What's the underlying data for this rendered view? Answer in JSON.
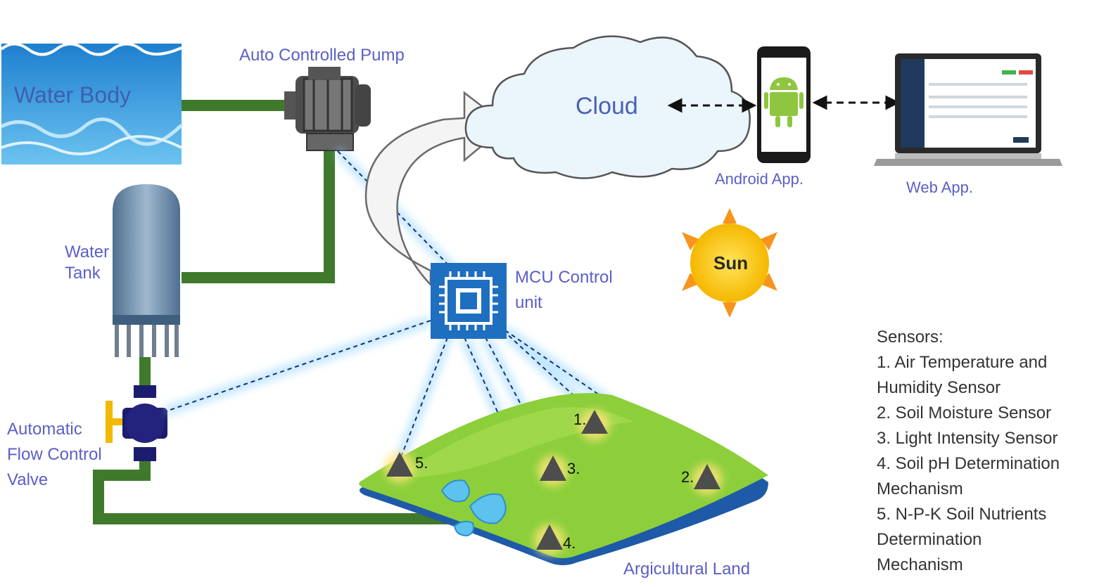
{
  "labels": {
    "water_body": "Water Body",
    "pump": "Auto Controlled Pump",
    "cloud": "Cloud",
    "android": "Android App.",
    "web": "Web App.",
    "water_tank_line1": "Water",
    "water_tank_line2": "Tank",
    "mcu_line1": "MCU Control",
    "mcu_line2": "unit",
    "sun": "Sun",
    "valve_line1": "Automatic",
    "valve_line2": "Flow Control",
    "valve_line3": "Valve",
    "land": "Argicultural Land"
  },
  "sensors": {
    "heading": "Sensors:",
    "items": [
      "1. Air Temperature and",
      "Humidity Sensor",
      "2. Soil Moisture Sensor",
      "3. Light Intensity Sensor",
      "4. Soil pH Determination",
      "Mechanism",
      "5. N-P-K Soil Nutrients",
      "Determination",
      "Mechanism"
    ]
  },
  "sensor_markers": [
    "1.",
    "2.",
    "3.",
    "4.",
    "5."
  ],
  "colors": {
    "pipe": "#3f7a2c",
    "label": "#5b5fc7",
    "water": "#3a9fd8",
    "land": "#8ccf3a",
    "mcu": "#1f6fc0",
    "sun": "#f5b700"
  }
}
